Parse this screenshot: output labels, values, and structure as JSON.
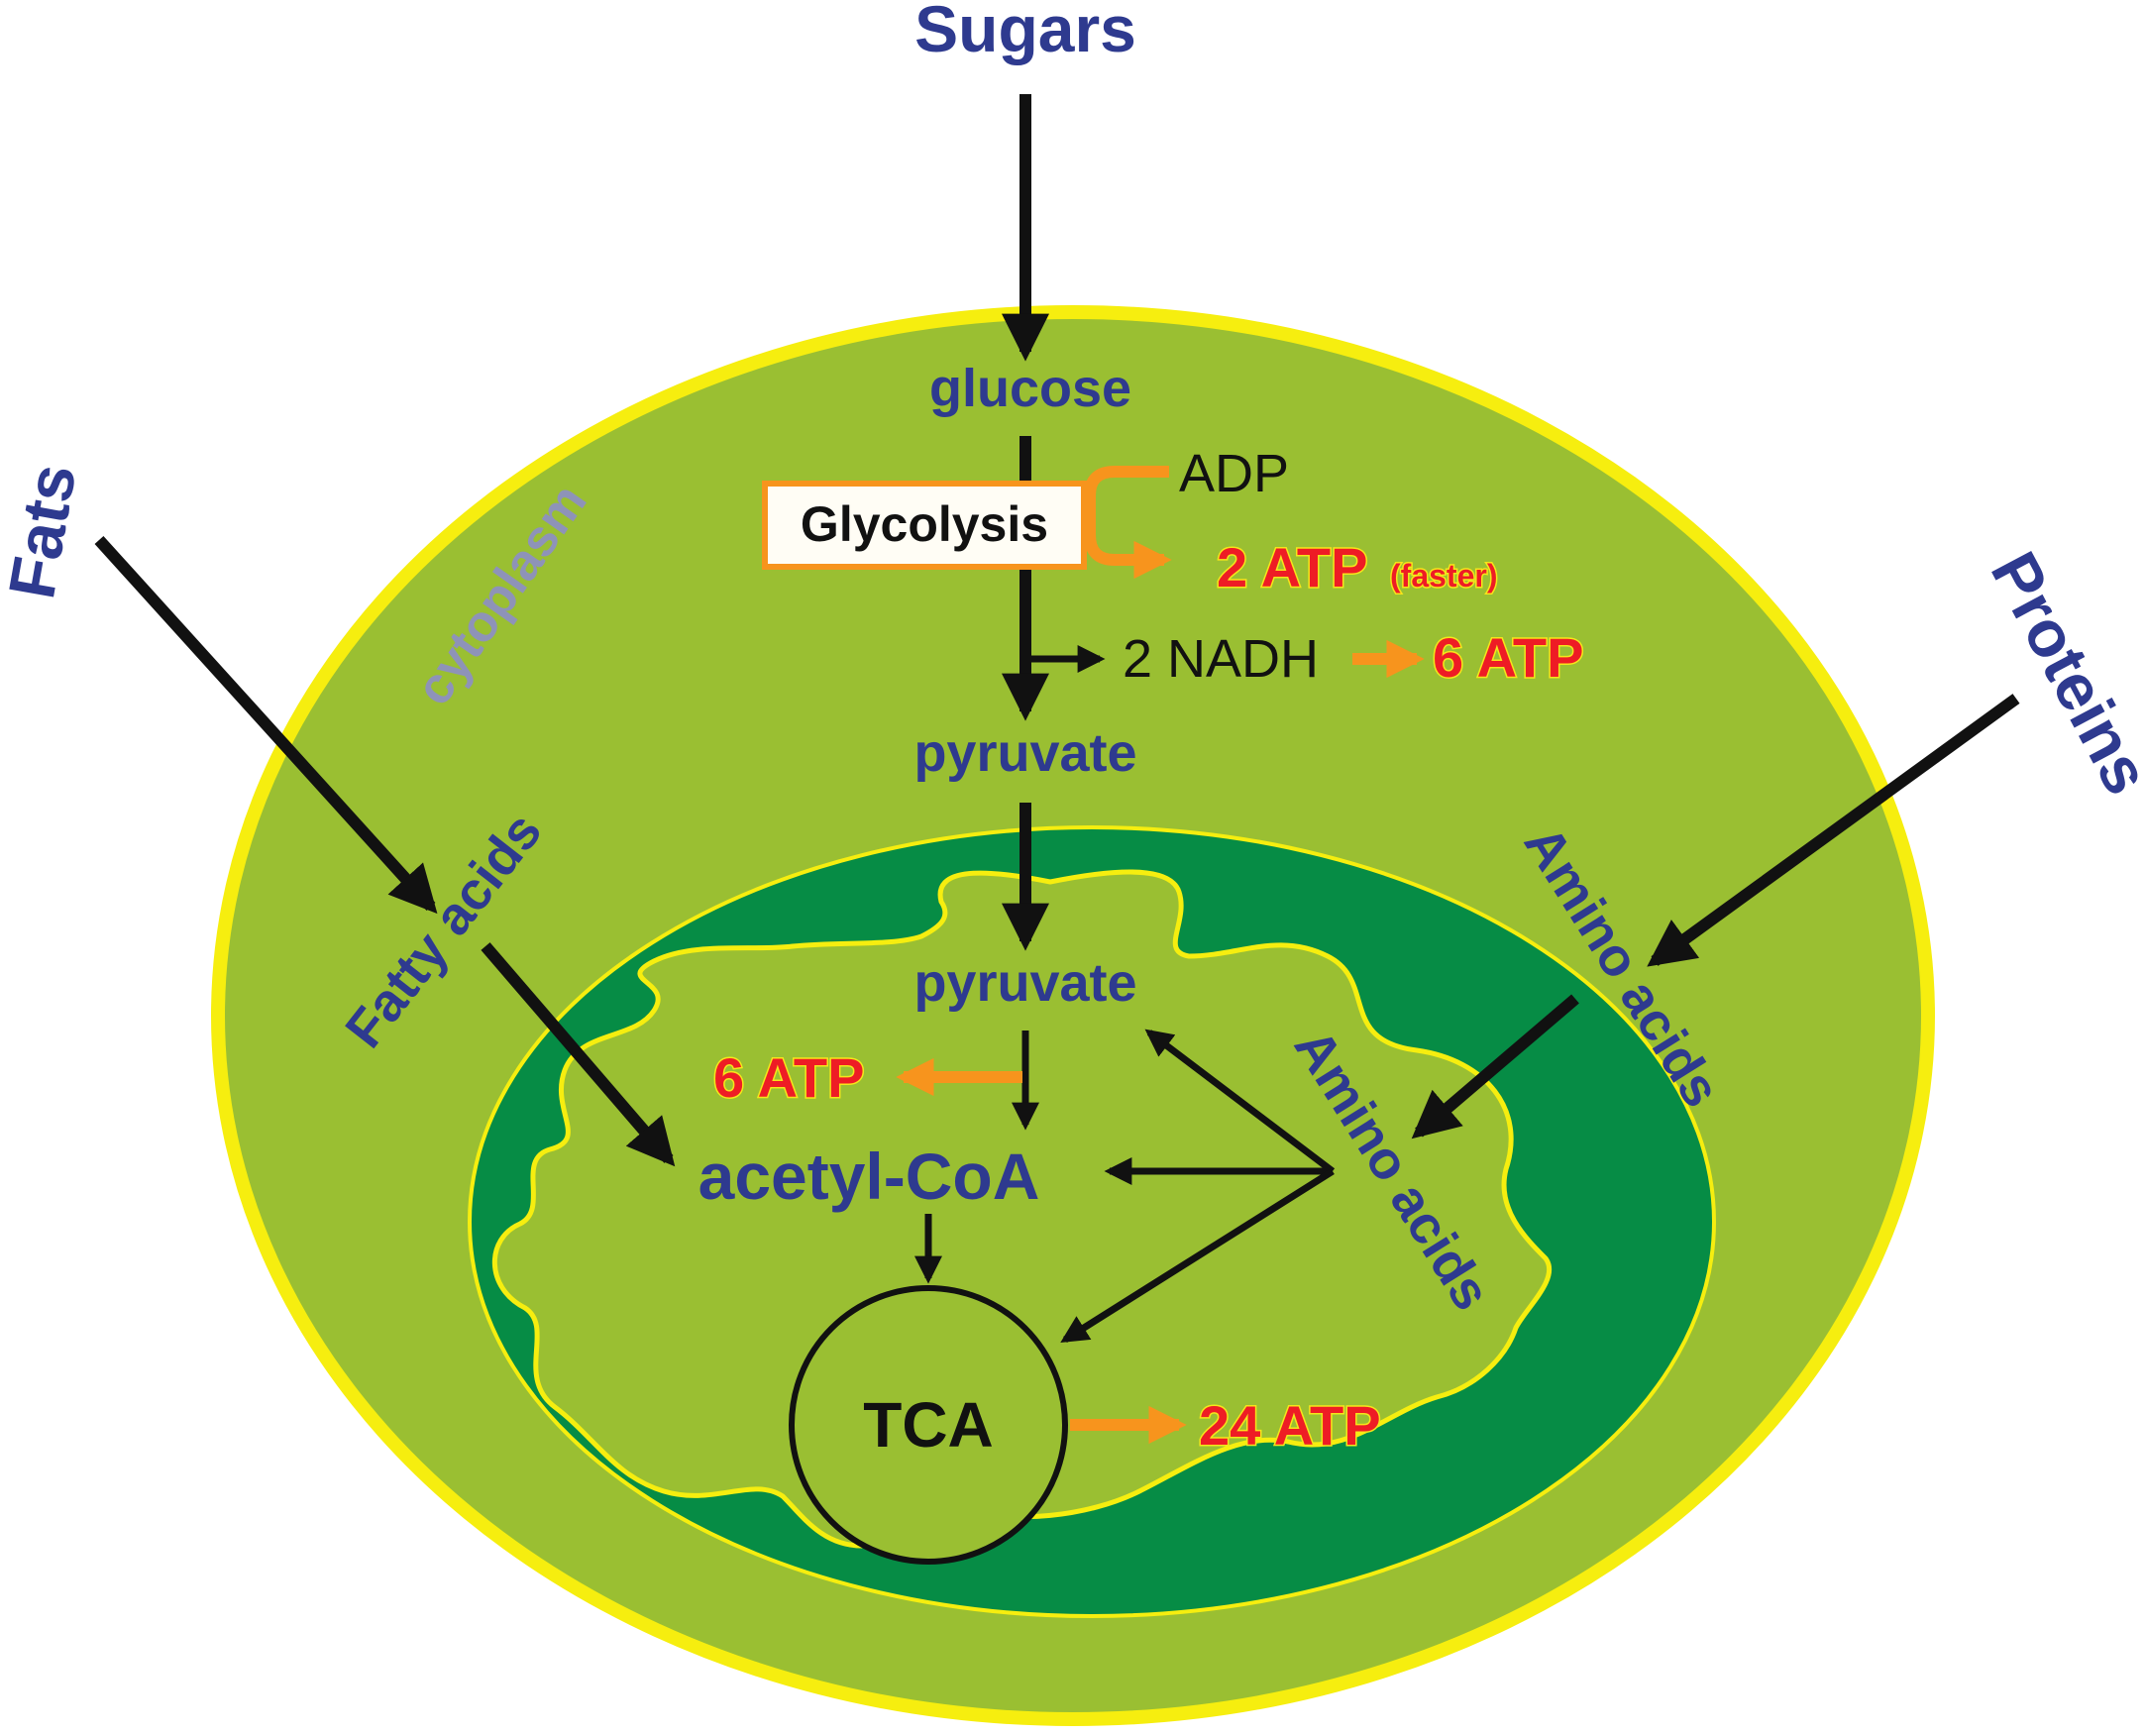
{
  "diagram": {
    "inputs": {
      "sugars": "Sugars",
      "fats": "Fats",
      "proteins": "Proteins"
    },
    "compartments": {
      "cytoplasm": "cytoplasm"
    },
    "metabolites": {
      "glucose": "glucose",
      "pyruvate_cytoplasm": "pyruvate",
      "pyruvate_mito": "pyruvate",
      "acetyl_coa": "acetyl-CoA",
      "fatty_acids": "Fatty acids",
      "amino_acids_cytoplasm": "Amino acids",
      "amino_acids_mito": "Amino acids"
    },
    "processes": {
      "glycolysis": "Glycolysis",
      "tca": "TCA"
    },
    "energy": {
      "adp": "ADP",
      "glycolysis_atp": "2 ATP",
      "glycolysis_atp_note": "(faster)",
      "nadh": "2 NADH",
      "nadh_atp": "6 ATP",
      "pyruvate_atp": "6 ATP",
      "tca_atp": "24 ATP"
    },
    "colors": {
      "cell_fill": "#9abf32",
      "cell_border": "#f6ee0f",
      "mito_outer": "#068c45",
      "mito_inner": "#9abf32",
      "label_blue": "#2e3a8f",
      "atp_red": "#ee1c25",
      "energy_arrow_orange": "#f7941d"
    }
  }
}
